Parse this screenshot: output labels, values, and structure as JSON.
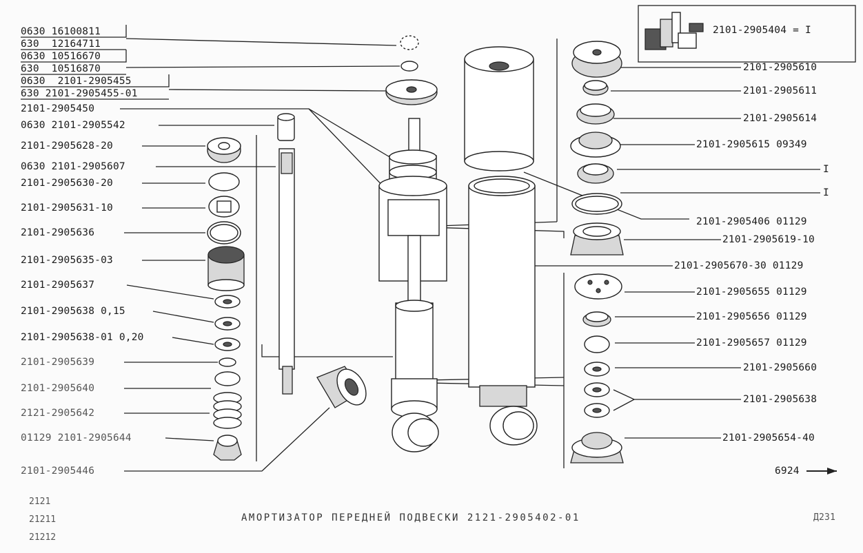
{
  "title": "АМОРТИЗАТОР ПЕРЕДНЕЙ ПОДВЕСКИ 2121-2905402-01",
  "page_code": "Д231",
  "figure_number": "6924",
  "models": [
    "2121",
    "21211",
    "21212"
  ],
  "inset_label": "2101-2905404 = I",
  "left_labels": [
    "0630 16100811",
    "630  12164711",
    "0630 10516670",
    "630  10516870",
    "0630  2101-2905455",
    "630 2101-2905455-01",
    "2101-2905450",
    "0630 2101-2905542",
    "2101-2905628-20",
    "0630 2101-2905607",
    "2101-2905630-20",
    "2101-2905631-10",
    "2101-2905636",
    "2101-2905635-03",
    "2101-2905637",
    "2101-2905638 0,15",
    "2101-2905638-01 0,20",
    "2101-2905639",
    "2101-2905640",
    "2121-2905642",
    "01129 2101-2905644",
    "2101-2905446"
  ],
  "right_labels": [
    "2101-2905610",
    "2101-2905611",
    "2101-2905614",
    "2101-2905615 09349",
    "I",
    "I",
    "2101-2905406 01129",
    "2101-2905619-10",
    "2101-2905670-30 01129",
    "2101-2905655 01129",
    "2101-2905656 01129",
    "2101-2905657 01129",
    "2101-2905660",
    "2101-2905638",
    "2101-2905654-40"
  ]
}
